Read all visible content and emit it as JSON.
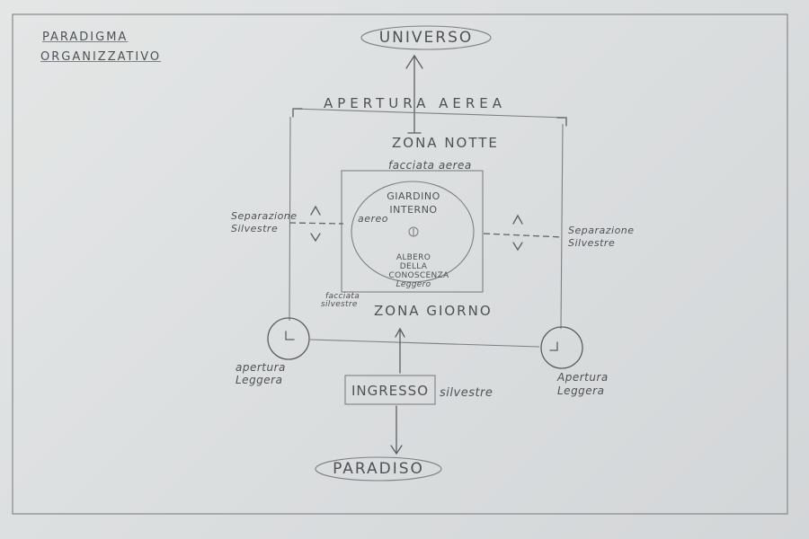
{
  "diagram": {
    "title_line1": "PARADIGMA",
    "title_line2": "ORGANIZZATIVO",
    "universo": "UNIVERSO",
    "apertura_aerea": "APERTURA AEREA",
    "zona_notte": "ZONA NOTTE",
    "facciata_aerea": "facciata aerea",
    "giardino_line1": "GIARDINO",
    "giardino_line2": "INTERNO",
    "aereo": "aereo",
    "albero_line1": "ALBERO",
    "albero_line2": "DELLA",
    "albero_line3": "CONOSCENZA",
    "albero_line4": "Leggero",
    "separazione_left_1": "Separazione",
    "separazione_left_2": "Silvestre",
    "separazione_right_1": "Separazione",
    "separazione_right_2": "Silvestre",
    "facciata_silvestre_1": "facciata",
    "facciata_silvestre_2": "silvestre",
    "zona_giorno": "ZONA GIORNO",
    "apertura_left_1": "apertura",
    "apertura_left_2": "Leggera",
    "apertura_right_1": "Apertura",
    "apertura_right_2": "Leggera",
    "ingresso": "INGRESSO",
    "silvestre": "silvestre",
    "paradiso": "PARADISO"
  }
}
